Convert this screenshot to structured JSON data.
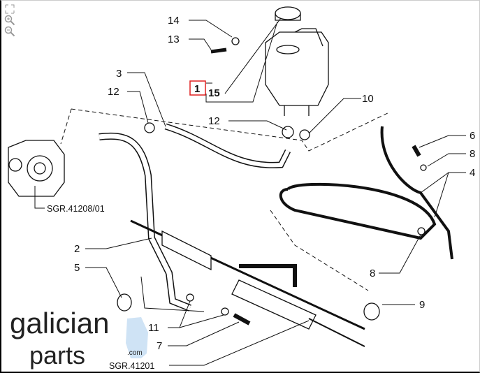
{
  "toolbar": {
    "icons": [
      "fit-screen-icon",
      "zoom-in-icon",
      "zoom-out-icon"
    ]
  },
  "callouts": {
    "c14": "14",
    "c13": "13",
    "c3": "3",
    "c12a": "12",
    "c1": "1",
    "c15": "15",
    "c12b": "12",
    "c10": "10",
    "c6": "6",
    "c8a": "8",
    "c4": "4",
    "c2": "2",
    "c5": "5",
    "c8b": "8",
    "c9": "9",
    "c11": "11",
    "c7": "7"
  },
  "refs": {
    "pump": "SGR.41208/01",
    "rack": "SGR.41201"
  },
  "logo": {
    "line1": "galician",
    "line2": "parts",
    "suffix": ".com"
  },
  "colors": {
    "highlight": "#e02020",
    "logo_accent": "#cfe3f5"
  }
}
